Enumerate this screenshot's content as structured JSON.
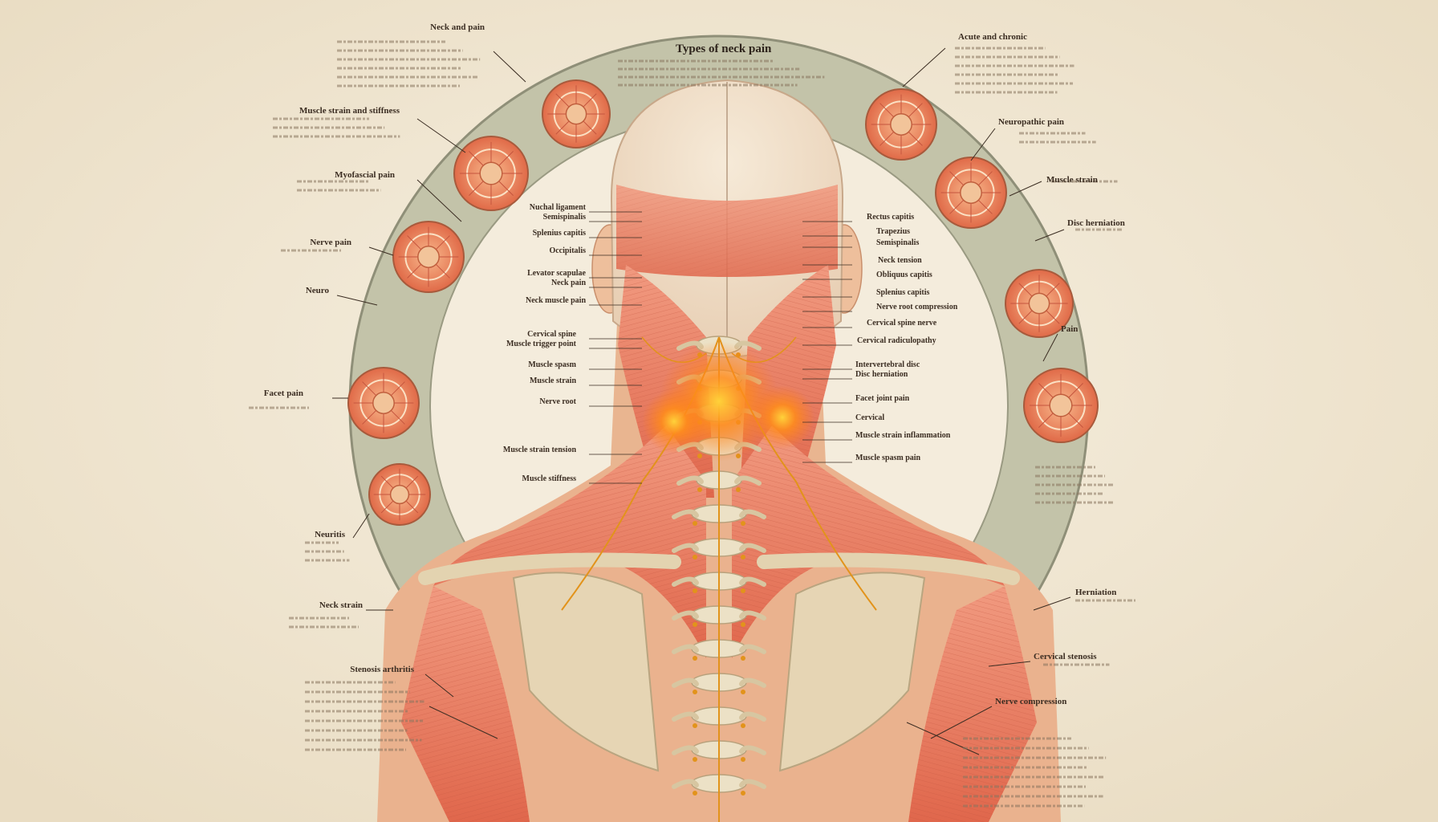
{
  "title": "Types of neck pain",
  "labels": {
    "upper_left": "Neck and pain",
    "left_2": "Muscle strain and stiffness",
    "left_3": "Myofascial pain",
    "left_4": "Nerve pain",
    "left_5": "Neuro",
    "left_6": "Facet pain",
    "left_7": "Neuritis",
    "left_8": "Neck strain",
    "left_9": "Stenosis arthritis",
    "upper_right": "Acute and chronic",
    "right_2": "Neuropathic pain",
    "right_3": "Muscle strain",
    "right_4": "Disc herniation",
    "right_5": "Pain",
    "right_6": "Herniation",
    "right_7": "Cervical stenosis",
    "right_8": "Nerve compression"
  },
  "anatomy_left": [
    "Nuchal ligament",
    "Semispinalis",
    "Splenius capitis",
    "Occipitalis",
    "Levator scapulae",
    "Neck pain",
    "Neck muscle pain",
    "Cervical spine",
    "Muscle trigger point",
    "Muscle spasm",
    "Muscle strain",
    "Nerve root",
    "Muscle strain tension",
    "Muscle stiffness"
  ],
  "anatomy_right": [
    "Rectus capitis",
    "Trapezius",
    "Semispinalis",
    "Neck tension",
    "Obliquus capitis",
    "Splenius capitis",
    "Nerve root compression",
    "Cervical spine nerve",
    "Cervical radiculopathy",
    "Intervertebral disc",
    "Disc herniation",
    "Facet joint pain",
    "Cervical",
    "Muscle strain inflammation",
    "Muscle spasm pain"
  ],
  "colors": {
    "background": "#efe6d3",
    "ring": "#c2c2a8",
    "muscle": "#e57a5c",
    "bone": "#e8dcc0",
    "inflammation": "#ff8c1a"
  }
}
